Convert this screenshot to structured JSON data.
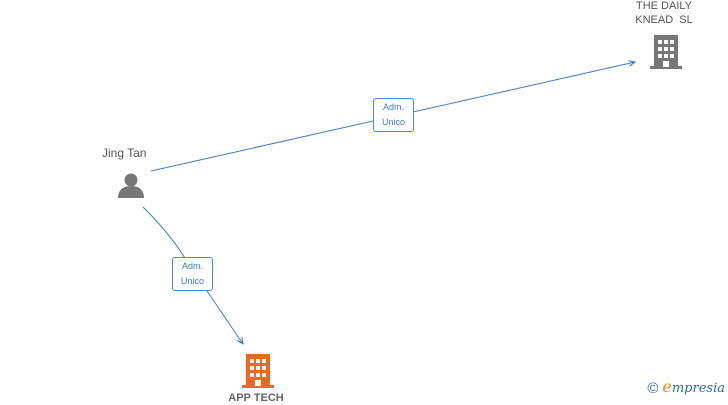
{
  "nodes": {
    "person": {
      "label": "Jing Tan",
      "icon": "person-icon"
    },
    "company_top": {
      "label_line1": "THE DAILY",
      "label_line2": "KNEAD  SL",
      "icon": "building-icon",
      "color": "#777777"
    },
    "company_bottom": {
      "label": "APP TECH",
      "icon": "building-icon",
      "color": "#f26522"
    }
  },
  "edges": [
    {
      "from": "Jing Tan",
      "to": "THE DAILY KNEAD SL",
      "label_line1": "Adm.",
      "label_line2": "Unico"
    },
    {
      "from": "Jing Tan",
      "to": "APP TECH",
      "label_line1": "Adm.",
      "label_line2": "Unico"
    }
  ],
  "colors": {
    "edge": "#3f7cc8",
    "person_icon": "#777777"
  },
  "brand": {
    "copyright": "©",
    "initial": "e",
    "name": "mpresia"
  }
}
